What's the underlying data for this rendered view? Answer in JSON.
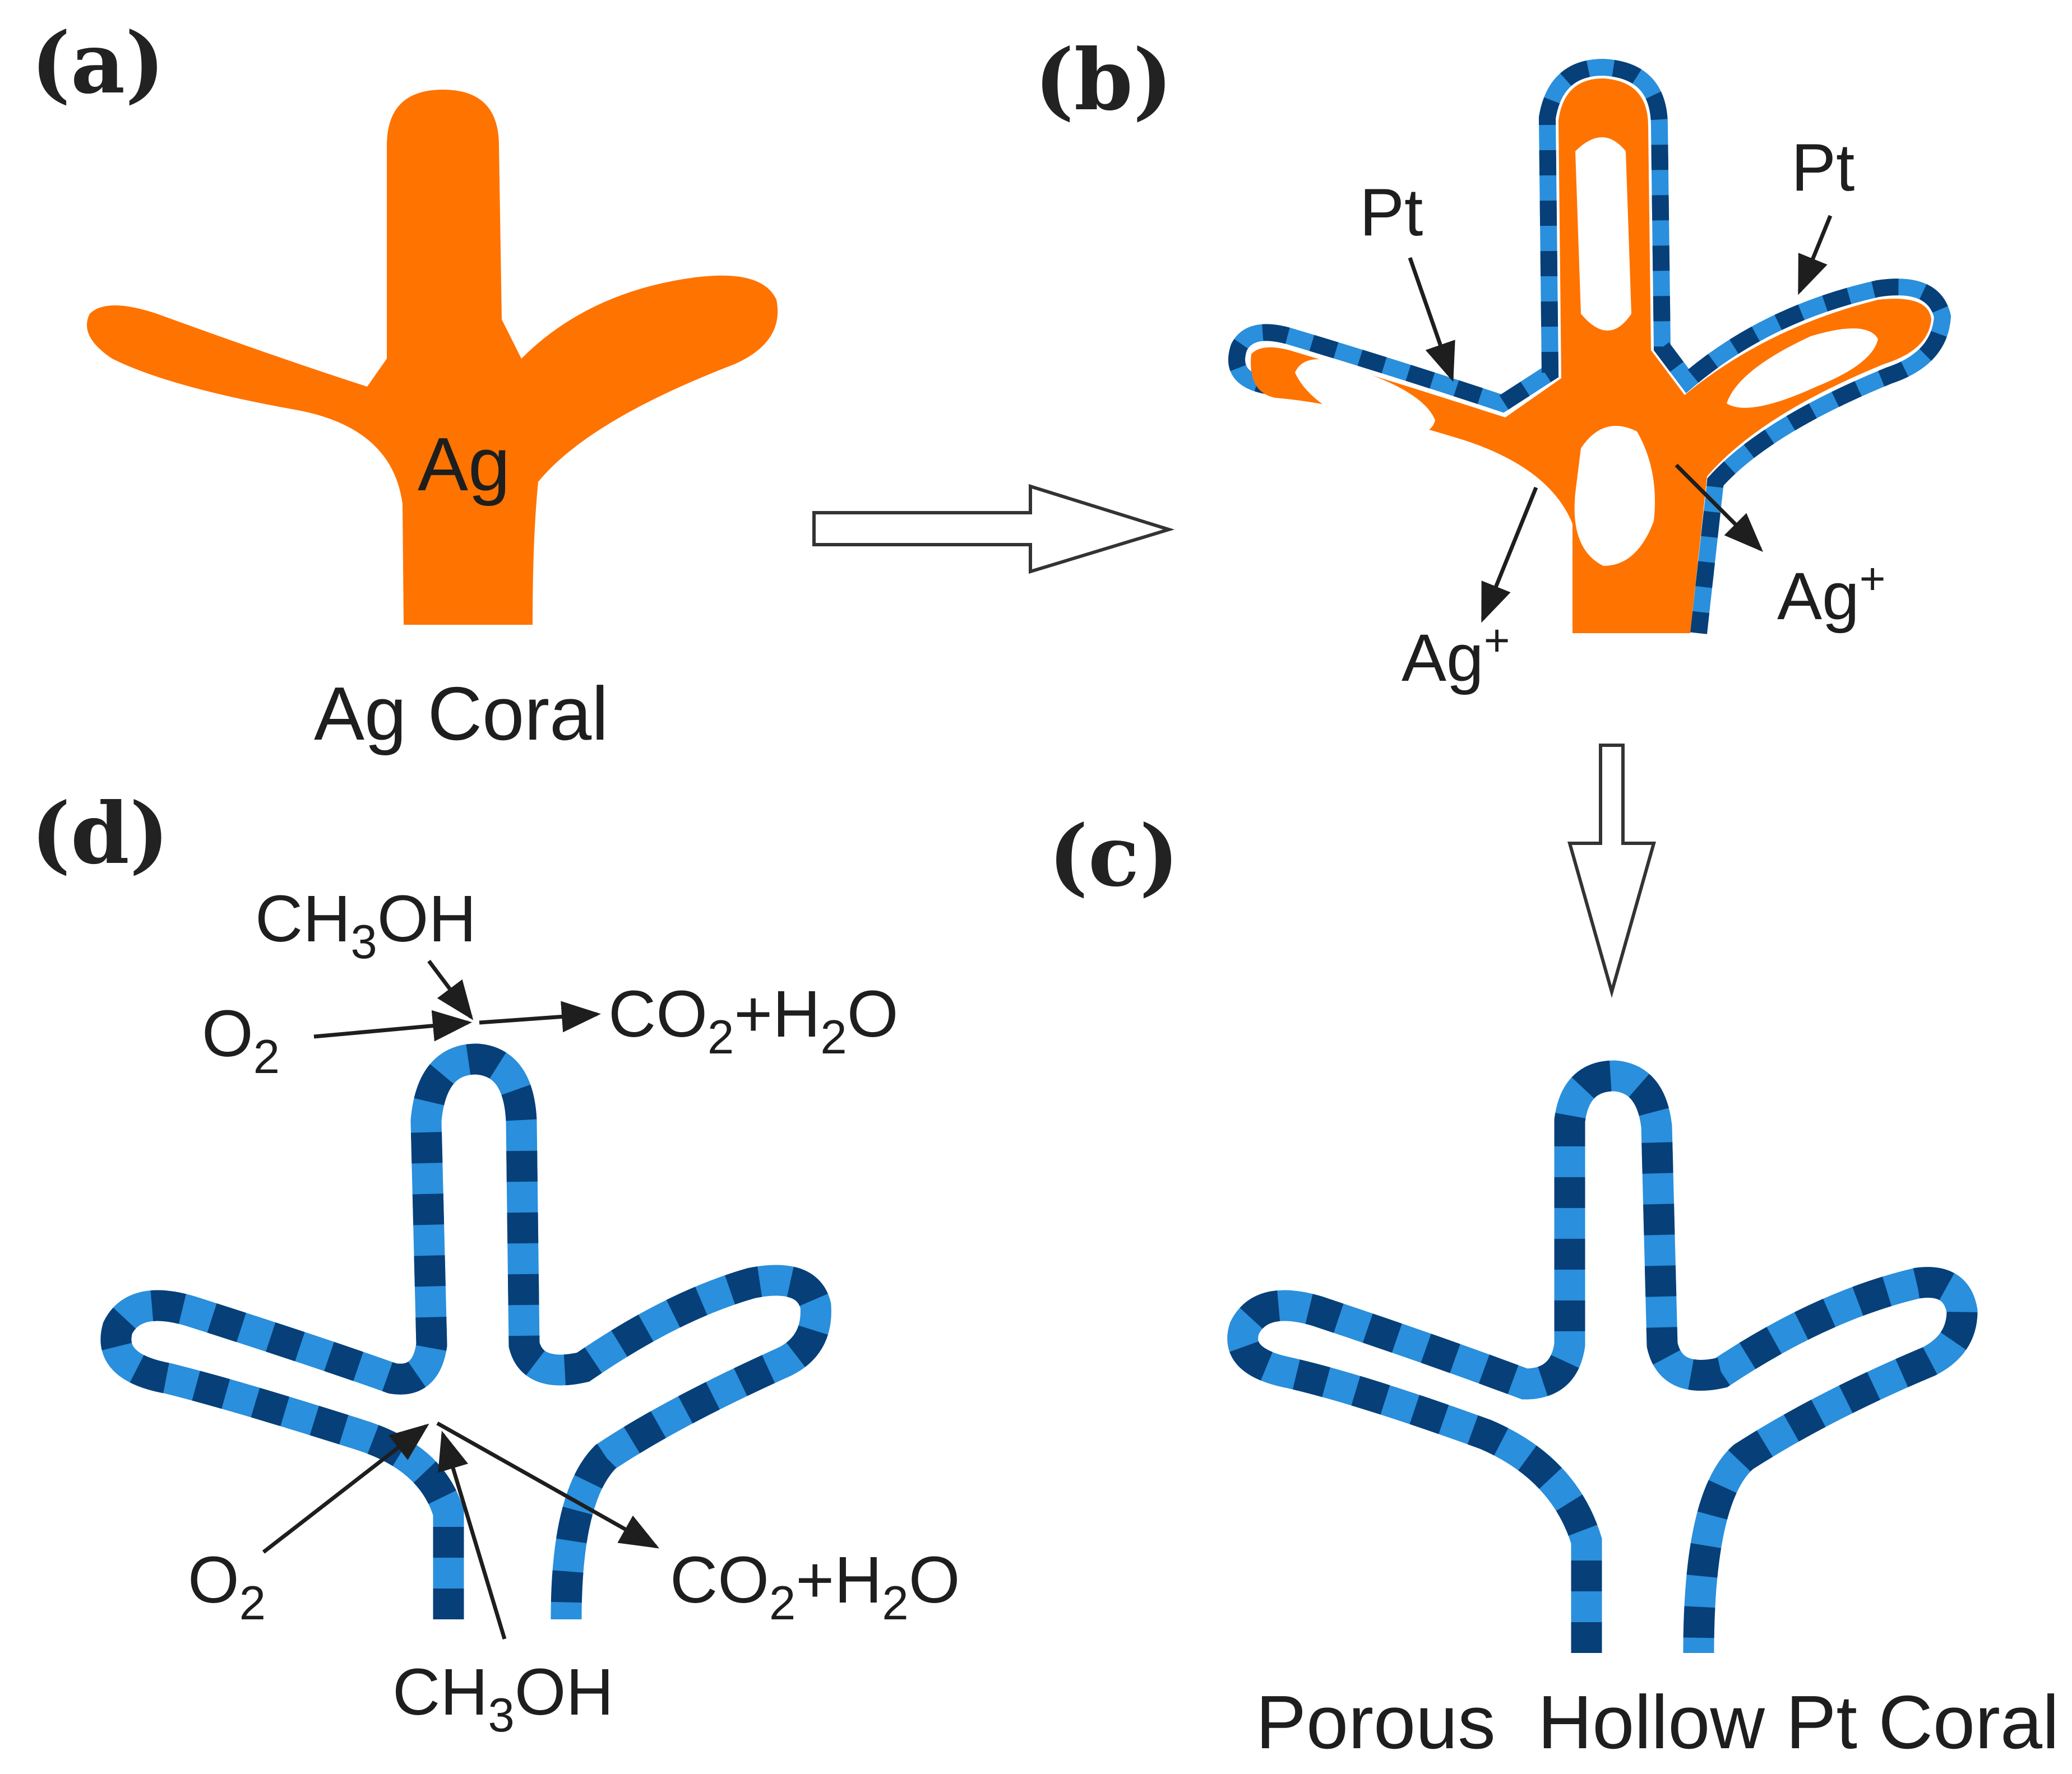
{
  "colors": {
    "silver": "#ff7300",
    "pt_light": "#2a8fdc",
    "pt_dark": "#073f78",
    "ink": "#1e1e1e"
  },
  "panels": {
    "a": {
      "label": "(a)",
      "element": "Ag",
      "caption": "Ag Coral"
    },
    "b": {
      "label": "(b)",
      "pt_left": "Pt",
      "pt_right": "Pt",
      "ion": "Ag",
      "ion_charge": "+"
    },
    "c": {
      "label": "(c)",
      "caption": "Porous  Hollow Pt Coral"
    },
    "d": {
      "label": "(d)",
      "methanol": {
        "pre": "CH",
        "sub": "3",
        "post": "OH"
      },
      "oxygen": {
        "pre": "O",
        "sub": "2"
      },
      "products": {
        "a": "CO",
        "a_sub": "2",
        "mid": "+H",
        "b_sub": "2",
        "b": "O"
      }
    }
  }
}
